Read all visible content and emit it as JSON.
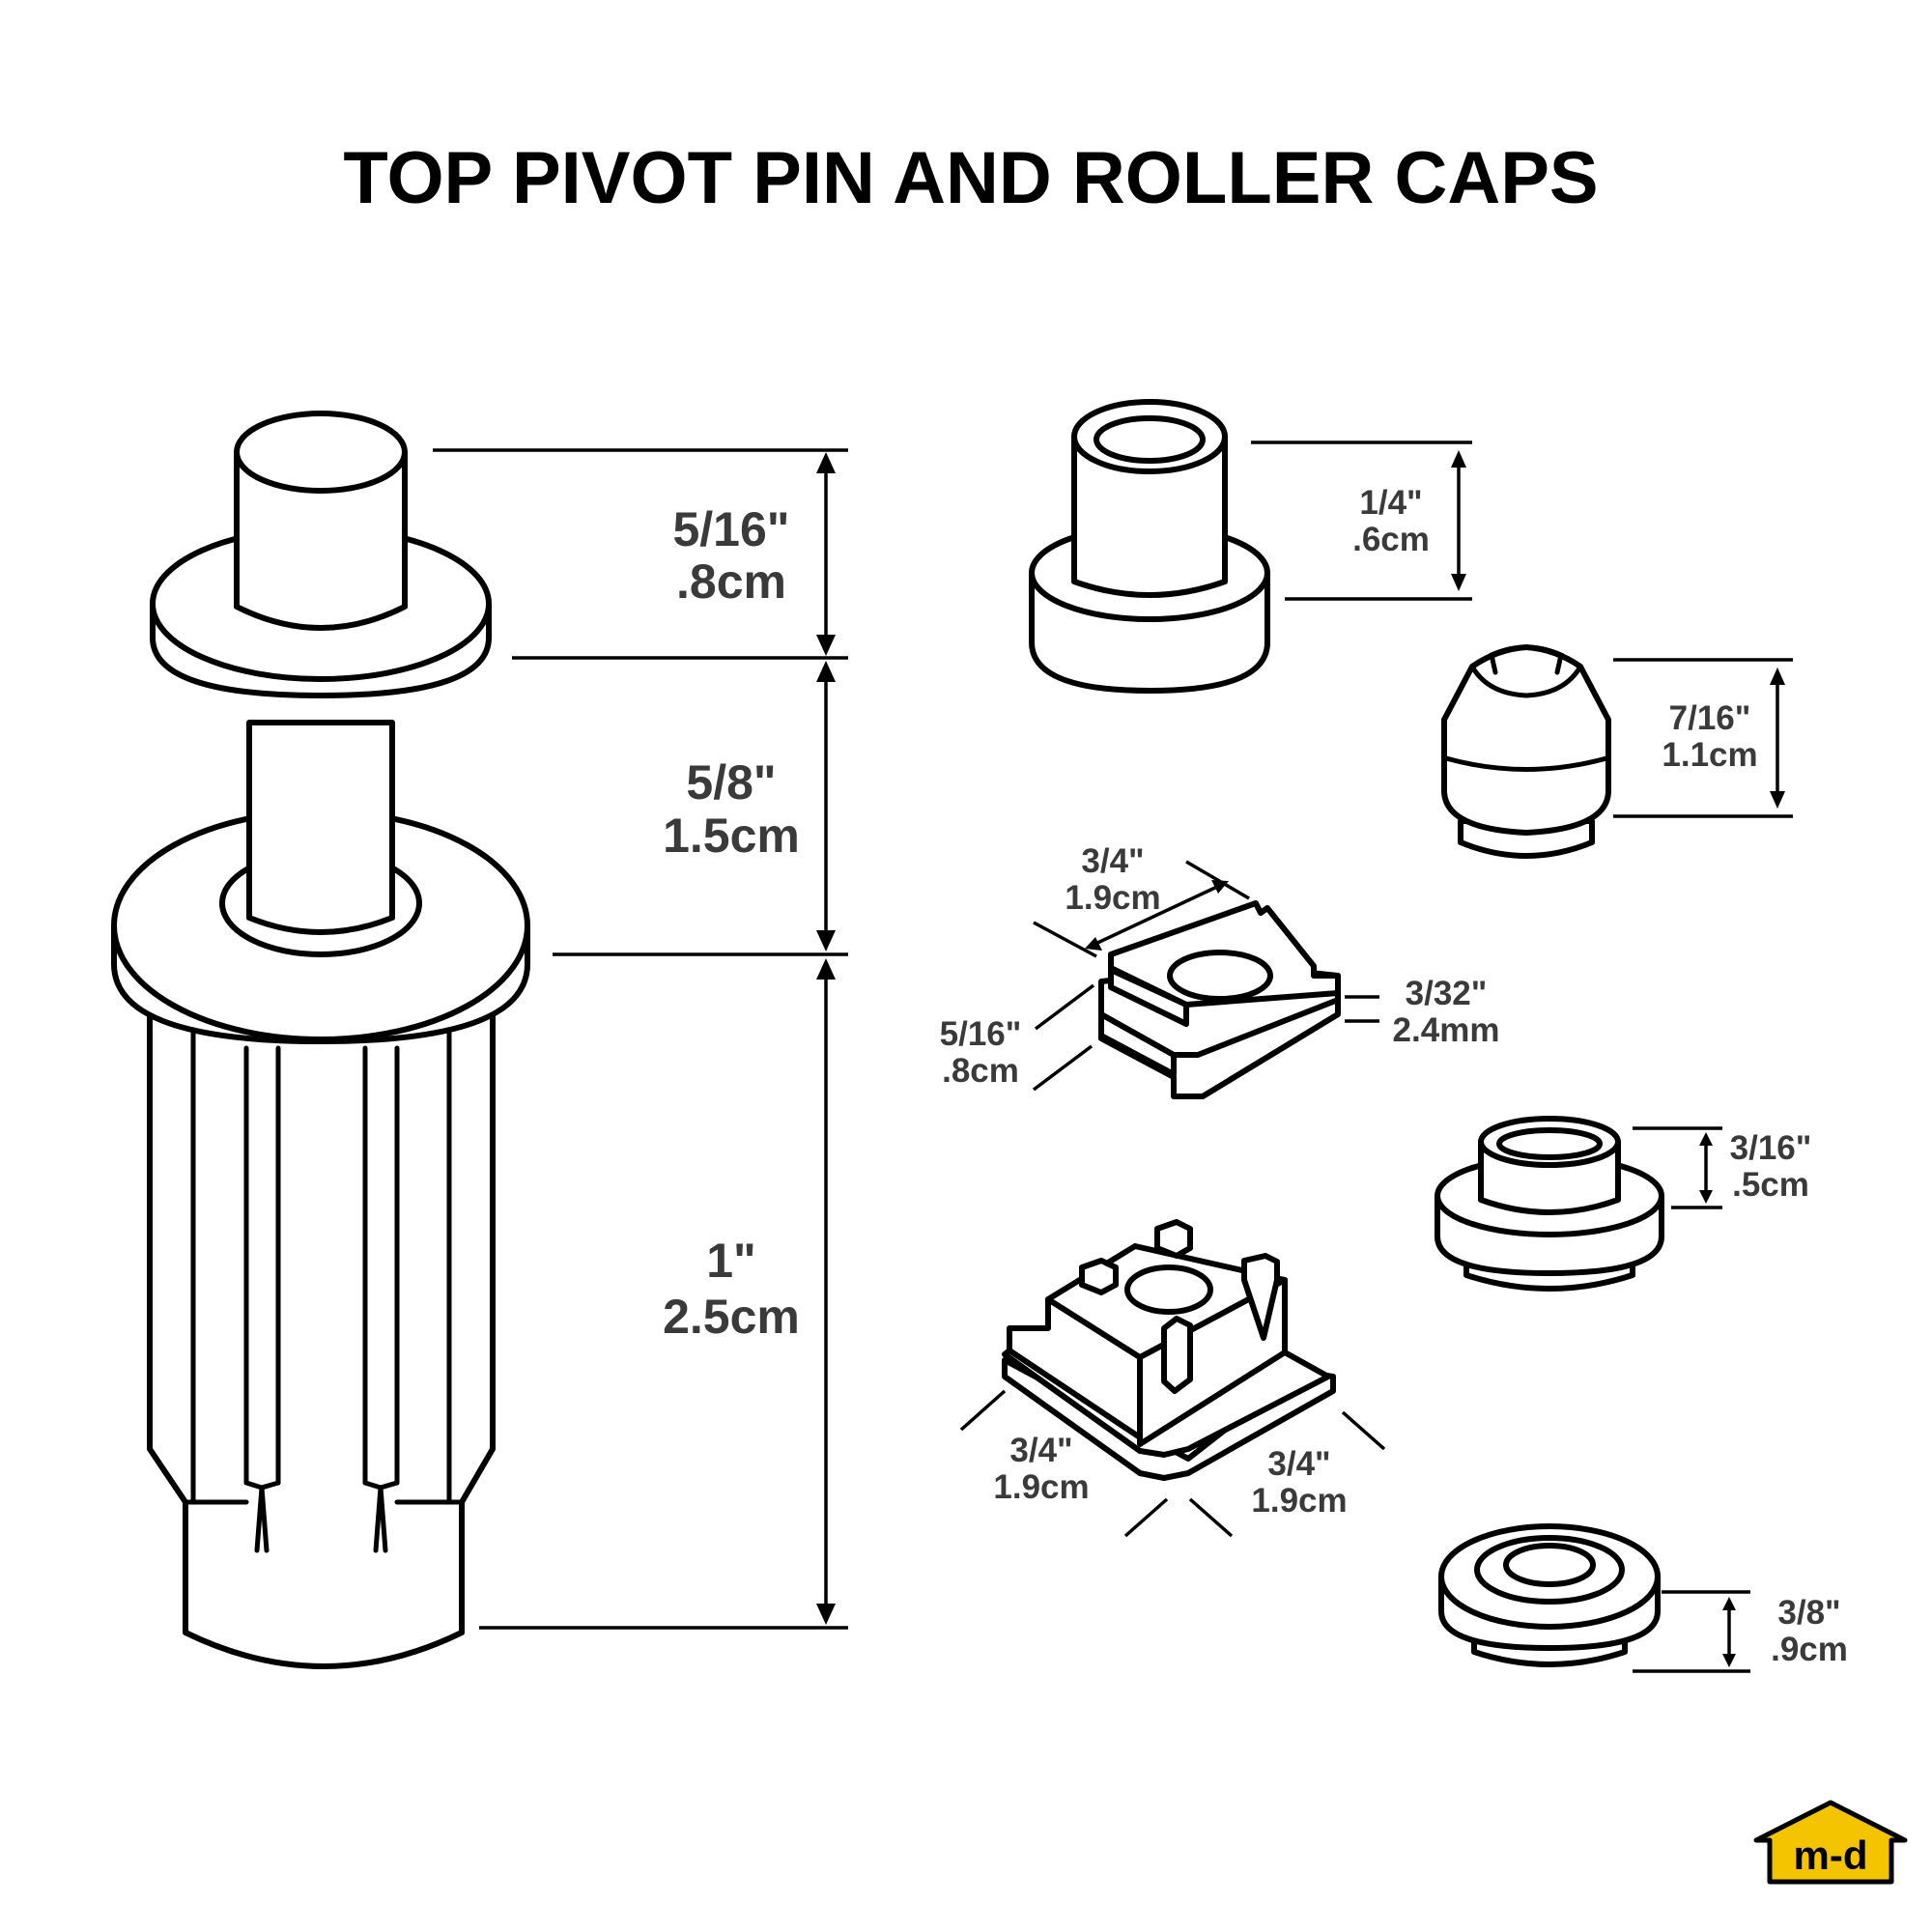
{
  "title": "TOP PIVOT PIN AND ROLLER CAPS",
  "pivot_pin": {
    "top_section": {
      "inch": "5/16\"",
      "metric": ".8cm"
    },
    "middle_section": {
      "inch": "5/8\"",
      "metric": "1.5cm"
    },
    "bottom_section": {
      "inch": "1\"",
      "metric": "2.5cm"
    }
  },
  "roller_caps": {
    "flanged_cap": {
      "inch": "1/4\"",
      "metric": ".6cm"
    },
    "barrel_cap": {
      "inch": "7/16\"",
      "metric": "1.1cm"
    },
    "slide_guide": {
      "width": {
        "inch": "3/4\"",
        "metric": "1.9cm"
      },
      "depth": {
        "inch": "5/16\"",
        "metric": ".8cm"
      },
      "slot": {
        "inch": "3/32\"",
        "metric": "2.4mm"
      }
    },
    "clip_block": {
      "left": {
        "inch": "3/4\"",
        "metric": "1.9cm"
      },
      "right": {
        "inch": "3/4\"",
        "metric": "1.9cm"
      }
    },
    "small_flanged_cap": {
      "inch": "3/16\"",
      "metric": ".5cm"
    },
    "domed_cap": {
      "inch": "3/8\"",
      "metric": ".9cm"
    }
  },
  "logo": {
    "text": "m-d",
    "color": "#f5c400",
    "icon": "house-logo-icon"
  },
  "colors": {
    "line": "#000000",
    "dimension_text": "#3a3a3a",
    "background": "#ffffff"
  }
}
